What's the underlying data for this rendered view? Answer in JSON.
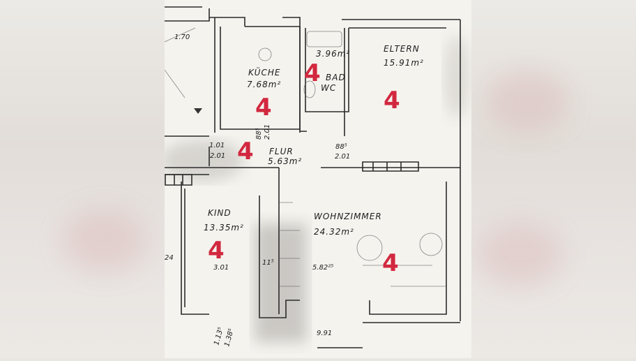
{
  "rooms": [
    {
      "name": "KÜCHE",
      "area": "7.68m²"
    },
    {
      "name": "BAD",
      "name2": "WC",
      "area": "3.96m²"
    },
    {
      "name": "ELTERN",
      "area": "15.91m²"
    },
    {
      "name": "FLUR",
      "area": "5.63m²"
    },
    {
      "name": "KIND",
      "area": "13.35m²"
    },
    {
      "name": "WOHNZIMMER",
      "area": "24.32m²"
    }
  ],
  "dimensions": {
    "d1": "1.70",
    "d2": "1.01",
    "d3": "2.01",
    "d4": "88⁵",
    "d5": "2.01",
    "d6": "3.01",
    "d7": "11⁵",
    "d8": "5.82²⁵",
    "d9": "9.91",
    "d10": "1.13⁵",
    "d11": "1.38⁵",
    "d12": "24",
    "d13": "88⁵",
    "d14": "2.01"
  },
  "marks": [
    "4",
    "4",
    "4",
    "4",
    "4",
    "4"
  ],
  "colors": {
    "ink": "#1c1c1c",
    "red_mark": "#d2283f",
    "paper": "#f5f3ee"
  }
}
